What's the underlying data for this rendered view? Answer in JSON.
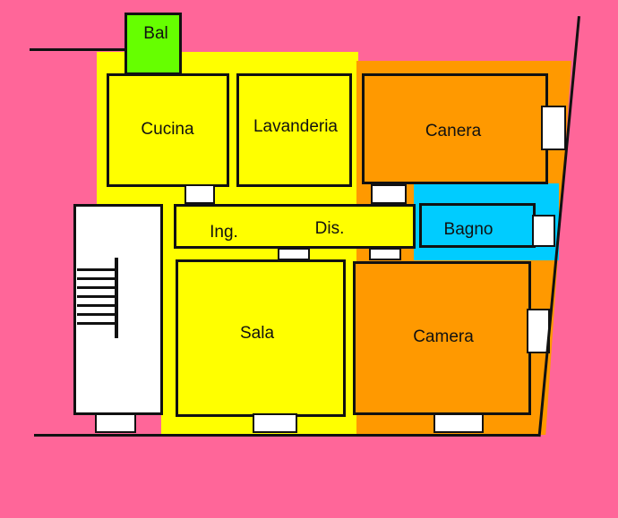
{
  "title": "Floor plan",
  "colors": {
    "background": "#ff6699",
    "day_zone": "#ffff00",
    "night_zone": "#ff9900",
    "bathroom": "#00ccff",
    "balcony": "#66ff00",
    "stairs": "#ffffff"
  },
  "rooms": {
    "balcony": "Bal",
    "kitchen": "Cucina",
    "laundry": "Lavanderia",
    "bedroom1": "Canera",
    "entrance": "Ing.",
    "hallway": "Dis.",
    "bathroom": "Bagno",
    "living": "Sala",
    "bedroom2": "Camera"
  }
}
